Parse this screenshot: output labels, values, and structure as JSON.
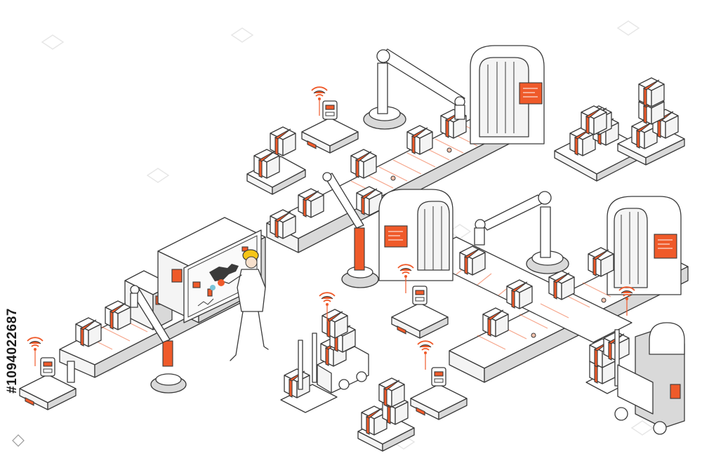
{
  "image": {
    "kind": "isometric line-art illustration of an automated factory assembly line",
    "palette": {
      "line": "#3a3a3a",
      "accent": "#ef5a2a",
      "accent_light": "#f8c3ad",
      "background": "#ffffff"
    }
  },
  "watermark": {
    "stock_id": "#1094022687"
  },
  "scene": {
    "elements": [
      "conveyor-line-upper",
      "conveyor-line-lower",
      "conveyor-line-left",
      "robot-arm",
      "tunnel-scanner",
      "control-panel",
      "engineer",
      "agv-robot",
      "forklift",
      "pallet-of-boxes",
      "wifi-icon"
    ]
  }
}
